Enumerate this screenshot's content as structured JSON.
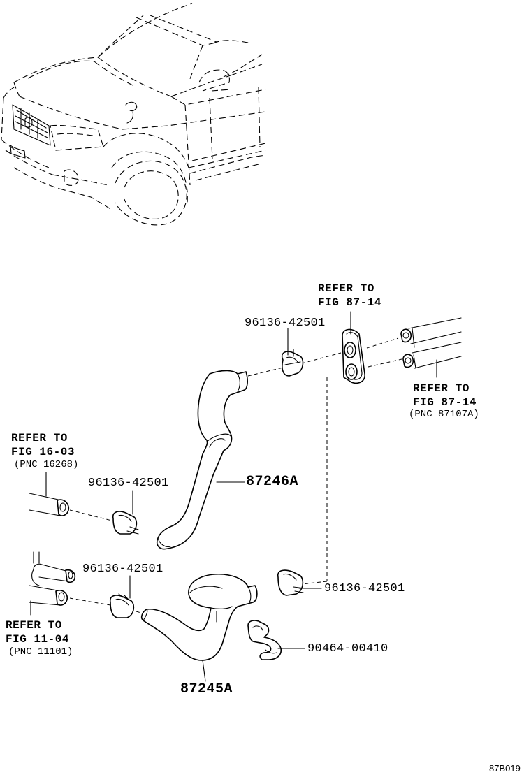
{
  "refs": {
    "top": {
      "line1": "REFER TO",
      "line2": "FIG 87-14"
    },
    "right": {
      "line1": "REFER TO",
      "line2": "FIG 87-14",
      "pnc": "(PNC 87107A)"
    },
    "left_top": {
      "line1": "REFER TO",
      "line2": "FIG 16-03",
      "pnc": "(PNC 16268)"
    },
    "left_bottom": {
      "line1": "REFER TO",
      "line2": "FIG 11-04",
      "pnc": "(PNC 11101)"
    }
  },
  "parts": {
    "clamp_top": "96136-42501",
    "clamp_left_upper": "96136-42501",
    "clamp_left_lower": "96136-42501",
    "clamp_right": "96136-42501",
    "hose_upper": "87246A",
    "hose_lower": "87245A",
    "clip": "90464-00410"
  },
  "diagram_code": "87B019"
}
